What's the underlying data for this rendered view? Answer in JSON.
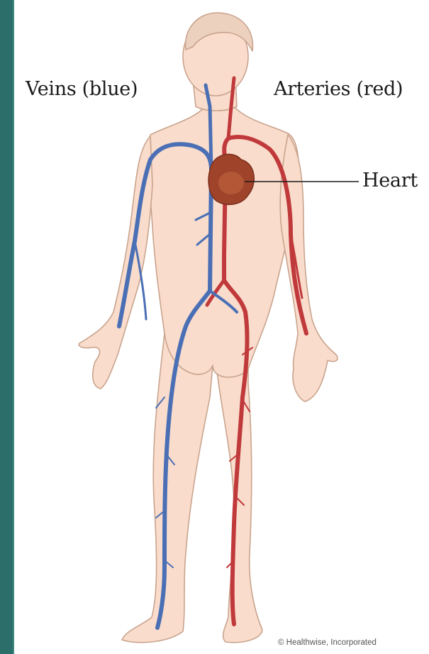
{
  "labels": {
    "veins": "Veins (blue)",
    "arteries": "Arteries (red)",
    "heart": "Heart"
  },
  "credit": "© Healthwise, Incorporated",
  "colors": {
    "background": "#2c6f6a",
    "skin": "#f9dccc",
    "outline": "#c9a48e",
    "vein": "#4a6fb5",
    "artery": "#c0393b",
    "heart": "#a0432b"
  }
}
